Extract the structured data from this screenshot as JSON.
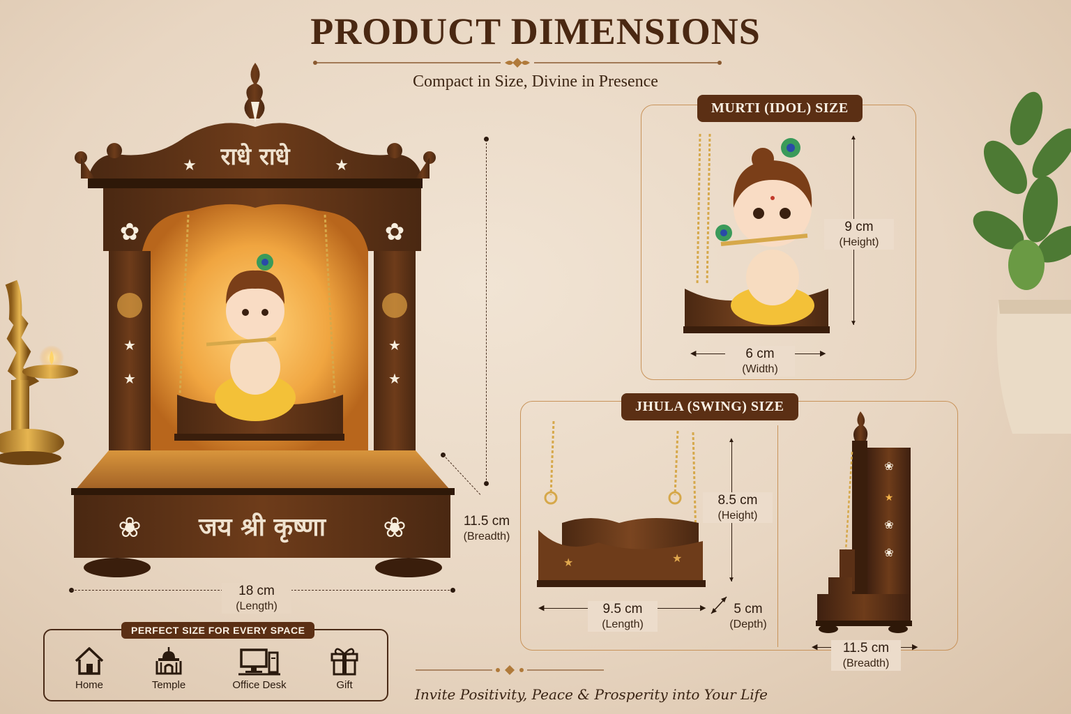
{
  "header": {
    "title": "PRODUCT DIMENSIONS",
    "subtitle": "Compact in Size, Divine in Presence"
  },
  "temple": {
    "top_inscription": "राधे राधे",
    "base_inscription": "जय श्री कृष्णा",
    "height_label": "",
    "length": {
      "value": "18 cm",
      "label": "(Length)"
    },
    "breadth": {
      "value": "11.5 cm",
      "label": "(Breadth)"
    }
  },
  "murti": {
    "tag": "MURTI (IDOL) SIZE",
    "height": {
      "value": "9 cm",
      "label": "(Height)"
    },
    "width": {
      "value": "6 cm",
      "label": "(Width)"
    }
  },
  "jhula": {
    "tag": "JHULA (SWING) SIZE",
    "height": {
      "value": "8.5 cm",
      "label": "(Height)"
    },
    "length": {
      "value": "9.5 cm",
      "label": "(Length)"
    },
    "depth": {
      "value": "5 cm",
      "label": "(Depth)"
    },
    "side_breadth": {
      "value": "11.5 cm",
      "label": "(Breadth)"
    }
  },
  "spaces": {
    "tag": "PERFECT SIZE FOR EVERY SPACE",
    "items": [
      {
        "label": "Home",
        "icon": "home-icon"
      },
      {
        "label": "Temple",
        "icon": "temple-icon"
      },
      {
        "label": "Office Desk",
        "icon": "office-desk-icon"
      },
      {
        "label": "Gift",
        "icon": "gift-icon"
      }
    ]
  },
  "footer": {
    "tagline": "Invite Positivity, Peace & Prosperity into Your Life"
  },
  "colors": {
    "wood_dark": "#4a2812",
    "wood_mid": "#7a4520",
    "wood_light": "#b87838",
    "glow": "#f3b34a",
    "tag_bg": "#5b2f14",
    "panel_border": "#c8935a",
    "background": "#ecdccb"
  }
}
